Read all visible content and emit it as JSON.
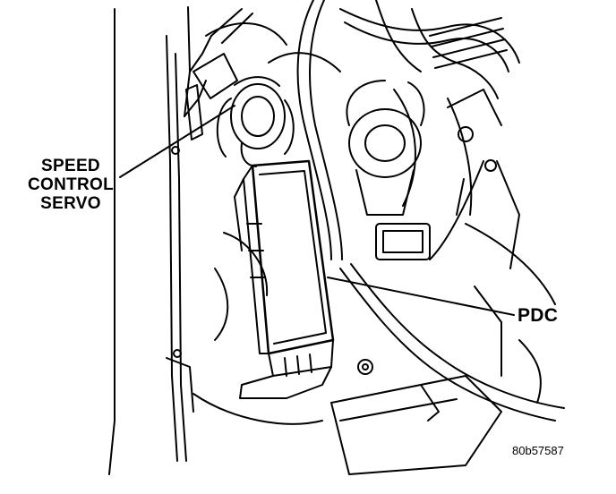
{
  "figure": {
    "callouts": {
      "speed_control_servo": {
        "line1": "SPEED",
        "line2": "CONTROL",
        "line3": "SERVO"
      },
      "pdc": "PDC"
    },
    "figure_id": "80b57587"
  }
}
